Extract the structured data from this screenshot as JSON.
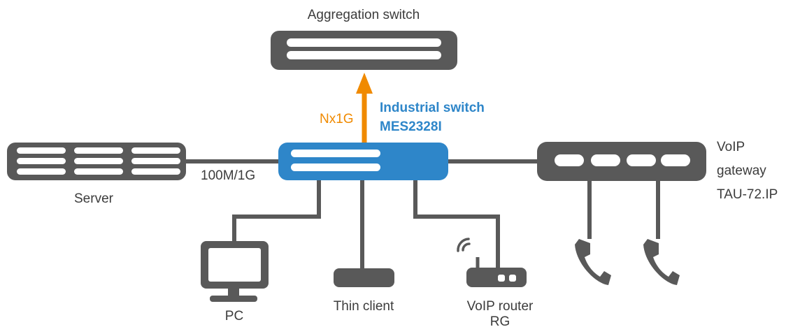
{
  "labels": {
    "aggregation_switch": "Aggregation switch",
    "uplink_speed": "Nx1G",
    "industrial_switch_line1": "Industrial switch",
    "industrial_switch_line2": "MES2328I",
    "server": "Server",
    "server_link_speed": "100M/1G",
    "voip_gateway_line1": "VoIP",
    "voip_gateway_line2": "gateway",
    "voip_gateway_line3": "TAU-72.IP",
    "pc": "PC",
    "thin_client": "Thin client",
    "voip_router_line1": "VoIP router",
    "voip_router_line2": "RG"
  },
  "colors": {
    "device_dark": "#595959",
    "link": "#595959",
    "uplink_accent": "#f08a00",
    "industrial_switch": "#2e86c9",
    "text": "#3c3c3c"
  },
  "icons": {
    "aggregation_switch": "switch-icon",
    "industrial_switch": "switch-icon",
    "server": "server-icon",
    "voip_gateway": "gateway-icon",
    "pc": "monitor-icon",
    "thin_client": "thin-client-icon",
    "voip_router": "router-icon",
    "phone": "phone-icon"
  }
}
